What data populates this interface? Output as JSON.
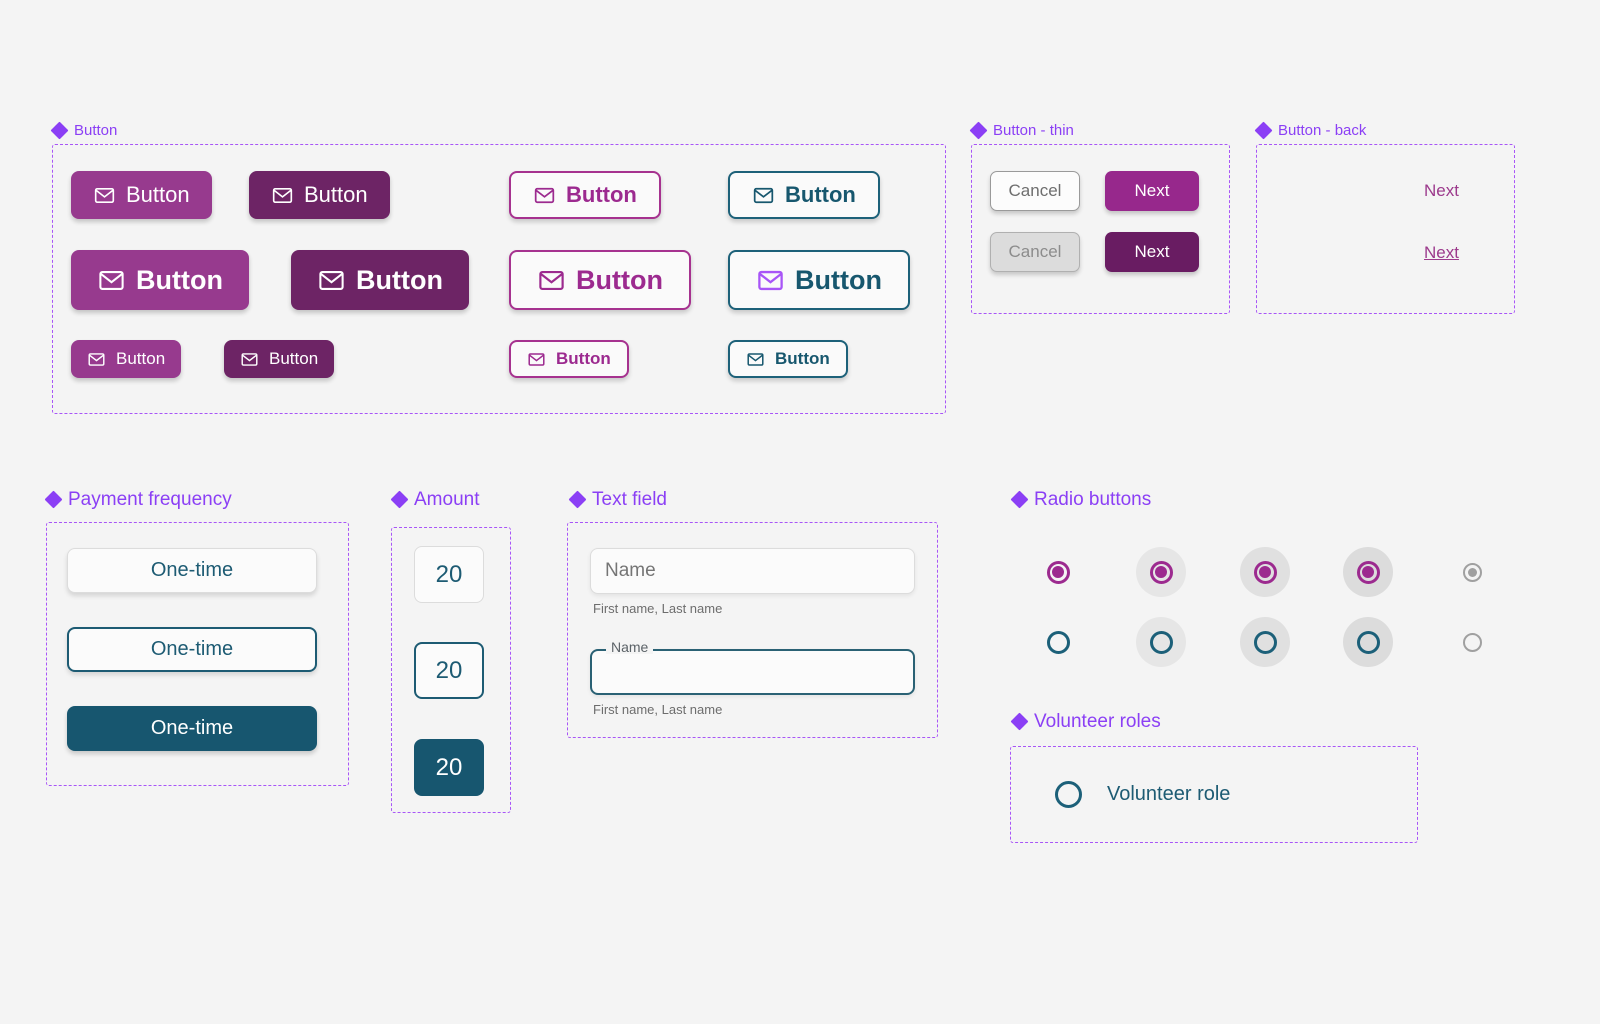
{
  "colors": {
    "background": "#f4f4f4",
    "accent_purple": "#8b3ff5",
    "brand_magenta": "#973a8e",
    "brand_magenta_dark": "#6d2465",
    "brand_teal": "#17566f",
    "frame_dashed": "#a855f7",
    "disabled_gray": "#a0a0a0"
  },
  "sections": {
    "button": {
      "label": "Button",
      "icon": "diamond-cluster-icon"
    },
    "button_thin": {
      "label": "Button - thin",
      "icon": "diamond-cluster-icon"
    },
    "button_back": {
      "label": "Button - back",
      "icon": "diamond-cluster-icon"
    },
    "payment_frequency": {
      "label": "Payment frequency",
      "icon": "diamond-cluster-icon"
    },
    "amount": {
      "label": "Amount",
      "icon": "diamond-cluster-icon"
    },
    "text_field": {
      "label": "Text field",
      "icon": "diamond-cluster-icon"
    },
    "radio_buttons": {
      "label": "Radio buttons",
      "icon": "diamond-cluster-icon"
    },
    "volunteer_roles": {
      "label": "Volunteer roles",
      "icon": "diamond-cluster-icon"
    }
  },
  "buttons": {
    "icon": "envelope-icon",
    "grid": [
      {
        "label": "Button",
        "variant": "filled-magenta",
        "size": "medium"
      },
      {
        "label": "Button",
        "variant": "filled-magenta-dark",
        "size": "medium"
      },
      {
        "label": "Button",
        "variant": "outline-magenta",
        "size": "medium"
      },
      {
        "label": "Button",
        "variant": "outline-teal",
        "size": "medium"
      },
      {
        "label": "Button",
        "variant": "filled-magenta",
        "size": "large"
      },
      {
        "label": "Button",
        "variant": "filled-magenta-dark",
        "size": "large"
      },
      {
        "label": "Button",
        "variant": "outline-magenta",
        "size": "large"
      },
      {
        "label": "Button",
        "variant": "outline-teal",
        "size": "large"
      },
      {
        "label": "Button",
        "variant": "filled-magenta",
        "size": "small"
      },
      {
        "label": "Button",
        "variant": "filled-magenta-dark",
        "size": "small"
      },
      {
        "label": "Button",
        "variant": "outline-magenta",
        "size": "small"
      },
      {
        "label": "Button",
        "variant": "outline-teal",
        "size": "small"
      }
    ]
  },
  "buttons_thin": [
    {
      "label": "Cancel",
      "variant": "secondary"
    },
    {
      "label": "Next",
      "variant": "primary"
    },
    {
      "label": "Cancel",
      "variant": "secondary-disabled"
    },
    {
      "label": "Next",
      "variant": "primary-pressed"
    }
  ],
  "buttons_back": [
    {
      "label": "Next",
      "underlined": false
    },
    {
      "label": "Next",
      "underlined": true
    }
  ],
  "payment_frequency": {
    "options": [
      {
        "label": "One-time",
        "state": "rest"
      },
      {
        "label": "One-time",
        "state": "focused"
      },
      {
        "label": "One-time",
        "state": "selected"
      }
    ]
  },
  "amount": {
    "fields": [
      {
        "value": "20",
        "state": "rest"
      },
      {
        "value": "20",
        "state": "focused"
      },
      {
        "value": "20",
        "state": "selected"
      }
    ]
  },
  "text_field": {
    "plain": {
      "placeholder": "Name",
      "value": "",
      "helper": "First name, Last name"
    },
    "notched": {
      "floating_label": "Name",
      "placeholder": "",
      "value": "",
      "helper": "First name, Last name"
    }
  },
  "radio_buttons": {
    "selected_row": [
      {
        "state": "rest",
        "halo": "none",
        "color": "#9c2a8f",
        "checked": true
      },
      {
        "state": "hover",
        "halo": "light",
        "color": "#9c2a8f",
        "checked": true
      },
      {
        "state": "focus",
        "halo": "mid",
        "color": "#9c2a8f",
        "checked": true
      },
      {
        "state": "pressed",
        "halo": "dark",
        "color": "#9c2a8f",
        "checked": true
      },
      {
        "state": "disabled",
        "halo": "none",
        "color": "#a0a0a0",
        "checked": true
      }
    ],
    "unselected_row": [
      {
        "state": "rest",
        "halo": "none",
        "color": "#1c6079",
        "checked": false
      },
      {
        "state": "hover",
        "halo": "light",
        "color": "#1c6079",
        "checked": false
      },
      {
        "state": "focus",
        "halo": "mid",
        "color": "#1c6079",
        "checked": false
      },
      {
        "state": "pressed",
        "halo": "dark",
        "color": "#1c6079",
        "checked": false
      },
      {
        "state": "disabled",
        "halo": "none",
        "color": "#a0a0a0",
        "checked": false
      }
    ]
  },
  "volunteer_roles": {
    "rows": [
      {
        "label": "Volunteer role",
        "checked": false
      }
    ]
  }
}
